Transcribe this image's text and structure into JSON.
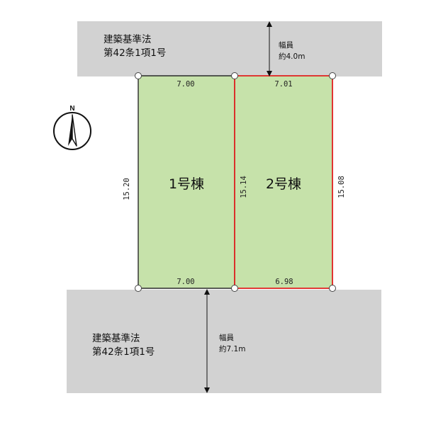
{
  "roads": {
    "top": {
      "law": "建築基準法\n第42条1項1号",
      "width": "幅員\n約4.0m"
    },
    "bottom": {
      "law": "建築基準法\n第42条1項1号",
      "width": "幅員\n約7.1m"
    }
  },
  "lots": {
    "lot1": {
      "name": "1号棟",
      "top": "7.00",
      "bottom": "7.00",
      "left": "15.20"
    },
    "lot2": {
      "name": "2号棟",
      "top": "7.01",
      "bottom": "6.98",
      "left": "15.14",
      "right": "15.08"
    }
  },
  "compass": {
    "letter": "N",
    "icon": "north-arrow-icon"
  },
  "colors": {
    "lot_fill": "#c6e2aa",
    "lot2_border": "#e02020",
    "road": "#d2d2d2"
  }
}
